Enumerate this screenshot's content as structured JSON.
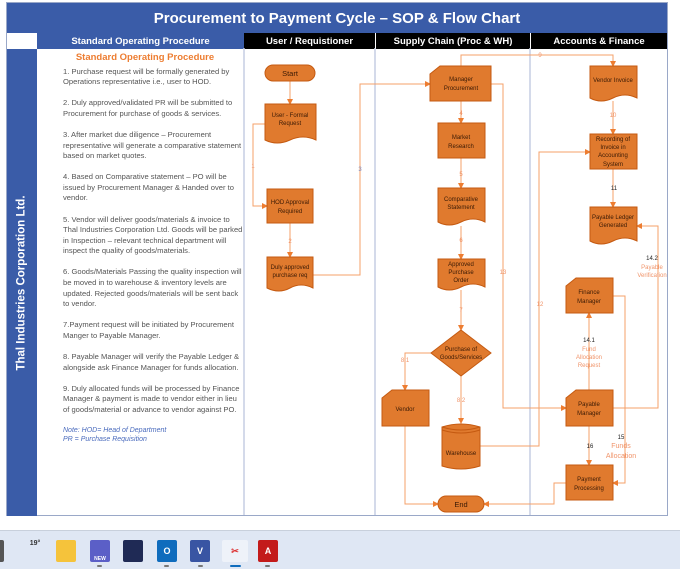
{
  "title": "Procurement to Payment Cycle – SOP & Flow Chart",
  "headers": {
    "sop": "Standard Operating Procedure",
    "user": "User / Requistioner",
    "supply": "Supply Chain (Proc & WH)",
    "accounts": "Accounts & Finance"
  },
  "company": "Thal Industries Corporation Ltd.",
  "sop": {
    "heading": "Standard Operating Procedure",
    "steps": [
      "1. Purchase request will be formally generated by Operations representative i.e., user to HOD.",
      "2. Duly approved/validated PR will be submitted to Procurement for purchase of goods & services.",
      "3. After market due diligence – Procurement representative will generate a comparative statement based on market quotes.",
      "4. Based on Comparative statement – PO will be issued by Procurement Manager & Handed over to vendor.",
      "5. Vendor will deliver goods/materials & invoice to Thal Industries Corporation Ltd. Goods will be parked in Inspection – relevant technical department will inspect the quality of goods/materials.",
      "6. Goods/Materials Passing the quality inspection will be moved in to warehouse & inventory levels are updated. Rejected goods/materials will be sent back to vendor.",
      "7.Payment request will be initiated by Procurement Manger to Payable Manager.",
      "8. Payable Manager will verify the Payable Ledger & alongside ask Finance Manager for funds allocation.",
      "9. Duly allocated funds will be processed by Finance Manager & payment is made to vendor either in lieu of goods/material or advance to vendor against PO."
    ],
    "note": "Note: HOD= Head of Department\n        PR = Purchase Requisition"
  },
  "nodes": {
    "start": "Start",
    "user_req": [
      "User - Formal",
      "Request"
    ],
    "hod": [
      "HOD Approval",
      "Required"
    ],
    "duly": [
      "Duly approved",
      "purchase req"
    ],
    "mgr_proc": [
      "Manager",
      "Procurement"
    ],
    "market": [
      "Market",
      "Research"
    ],
    "comparative": [
      "Comparative",
      "Statement"
    ],
    "po": [
      "Approved",
      "Purchase",
      "Order"
    ],
    "decision": [
      "Purchase of",
      "Goods/Services"
    ],
    "vendor": "Vendor",
    "warehouse": "Warehouse",
    "end": "End",
    "vendor_invoice": "Vendor Invoice",
    "recording": [
      "Recording of",
      "Invoice in",
      "Accounting",
      "System"
    ],
    "ledger": [
      "Payable Ledger",
      "Generated"
    ],
    "finance_mgr": [
      "Finance",
      "Manager"
    ],
    "payable_mgr": [
      "Payable",
      "Manager"
    ],
    "payment": [
      "Payment",
      "Processing"
    ]
  },
  "edges": {
    "e1": "1",
    "e2": "2",
    "e3": "3",
    "e4": "4",
    "e5": "5",
    "e6": "6",
    "e7": "7",
    "e81": "8.1",
    "e82": "8.2",
    "e9": "9",
    "e10": "10",
    "e11": "11",
    "e12": "12",
    "e13": "13",
    "e141": "14.1",
    "e141_text": [
      "Fund",
      "Allocation",
      "Request"
    ],
    "e142": "14.2",
    "e142_text": [
      "Payable",
      "Verification"
    ],
    "e15": "15",
    "e15_text": [
      "Funds",
      "Allocation"
    ],
    "e16": "16"
  },
  "taskbar": {
    "weather": "19°",
    "apps": [
      "weather-icon",
      "file-explorer-icon",
      "teams-icon",
      "power-bi-icon",
      "outlook-icon",
      "visio-icon",
      "snipping-tool-icon",
      "acrobat-icon"
    ],
    "teams_badge": "NEW"
  },
  "colors": {
    "header": "#3a5ca8",
    "shape_fill": "#e07a2e",
    "shape_stroke": "#c55a11",
    "connector": "#f4a06a",
    "sop_heading": "#ed7d31"
  }
}
